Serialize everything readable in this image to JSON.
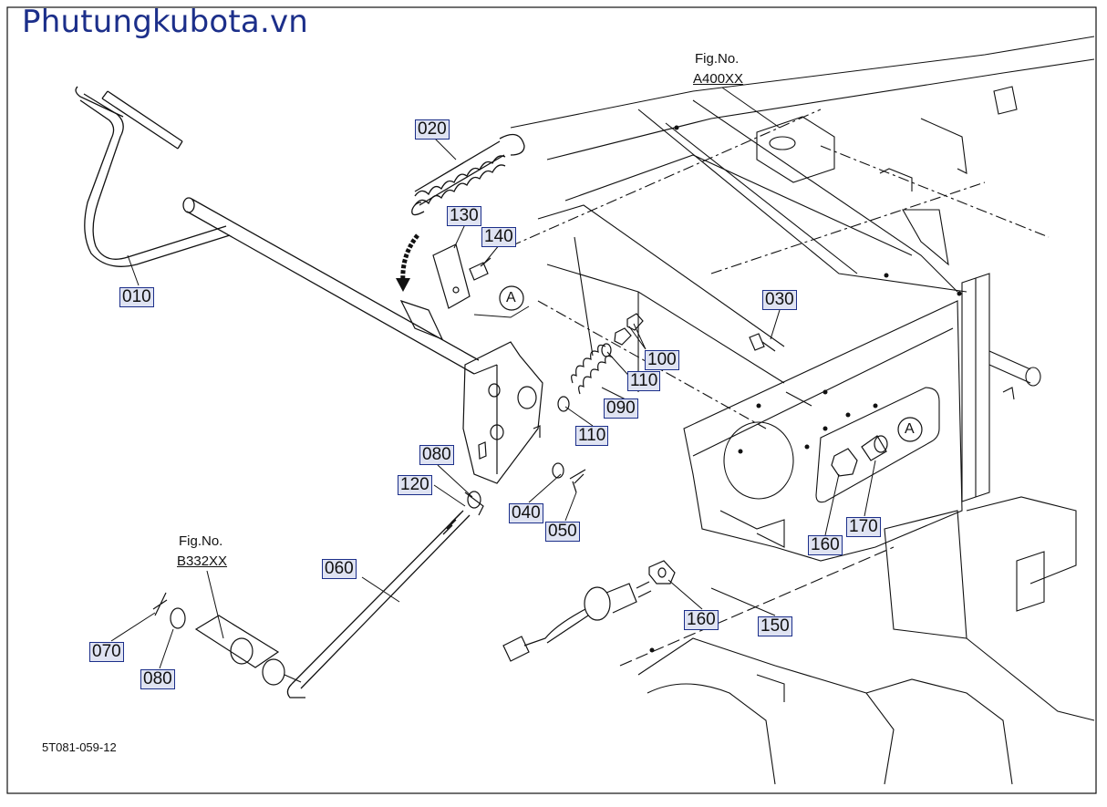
{
  "watermark": "Phutungkubota.vn",
  "drawing_code": "5T081-059-12",
  "fig_refs": [
    {
      "label": "Fig.No.",
      "code": "A400XX"
    },
    {
      "label": "Fig.No.",
      "code": "B332XX"
    }
  ],
  "callouts": [
    "020",
    "130",
    "140",
    "010",
    "030",
    "100",
    "110",
    "090",
    "110",
    "080",
    "120",
    "040",
    "050",
    "160",
    "170",
    "060",
    "160",
    "150",
    "070",
    "080"
  ],
  "view_marker": "A",
  "colors": {
    "callout_box": "#1c2f8a",
    "callout_fill": "#dfe3f2",
    "line": "#111111",
    "watermark": "#1c2f8a"
  }
}
